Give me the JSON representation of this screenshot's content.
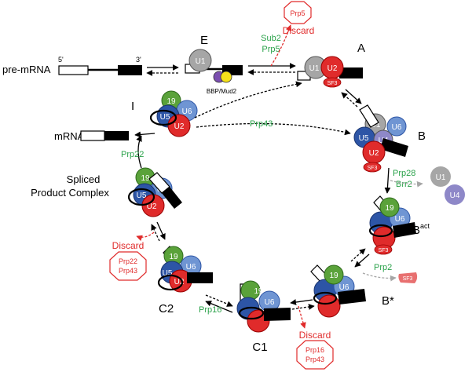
{
  "labels": {
    "pre_mrna": "pre-mRNA",
    "five_prime": "5'",
    "three_prime": "3'",
    "mrna": "mRNA",
    "spliced_line1": "Spliced",
    "spliced_line2": "Product Complex",
    "bbp_mud2": "BBP/Mud2",
    "bact_base": "B",
    "bact_sup": "act"
  },
  "states": {
    "E": "E",
    "A": "A",
    "B": "B",
    "B_star": "B*",
    "C1": "C1",
    "C2": "C2",
    "I": "I"
  },
  "snrnps": {
    "U1": "U1",
    "U2": "U2",
    "U4": "U4",
    "U5": "U5",
    "U6": "U6",
    "SF3": "SF3",
    "nineteen": "19",
    "U2_partial": "U2"
  },
  "factors": {
    "sub2": "Sub2",
    "prp5": "Prp5",
    "prp43": "Prp43",
    "prp22": "Prp22",
    "prp28": "Prp28",
    "brr2": "Brr2",
    "prp2": "Prp2",
    "prp16": "Prp16"
  },
  "discards": {
    "title": "Discard",
    "top_stop": "Prp5",
    "left_stop_1": "Prp22",
    "left_stop_2": "Prp43",
    "bottom_stop_1": "Prp16",
    "bottom_stop_2": "Prp43"
  },
  "colors": {
    "u1": "#a6a6a6",
    "u2": "#e02b2b",
    "u4": "#8e88c8",
    "u5": "#2d55a6",
    "u6": "#6f95d3",
    "nineteen": "#5aa23a",
    "sf3": "#e02b2b",
    "bbp": "#7b4fb0",
    "mud2": "#f5e11a",
    "factor_text": "#2aa24a",
    "discard_red": "#e02b2b",
    "release_gray": "#a6a6a6",
    "sf3_release": "#e87070"
  }
}
